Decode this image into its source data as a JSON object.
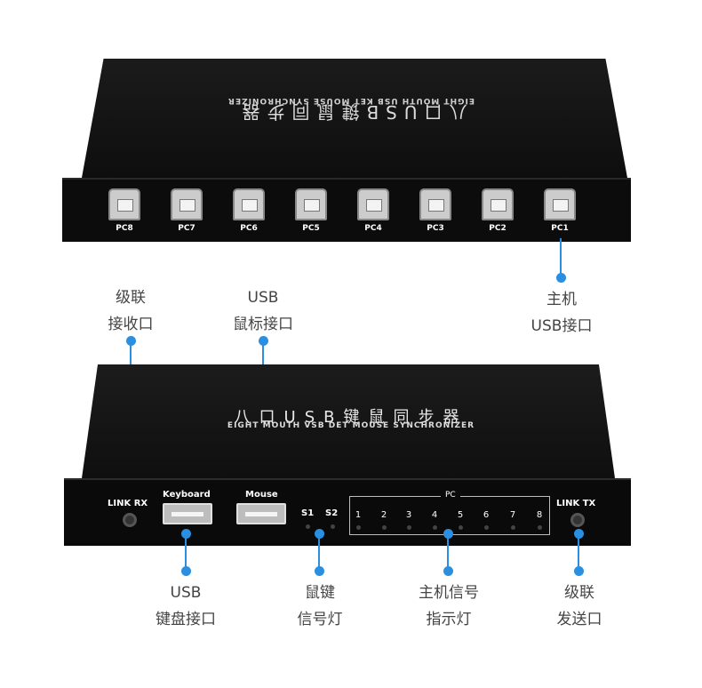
{
  "top_device": {
    "title": "八口USB键鼠同步器",
    "subtitle": "EIGHT MOUTH USB KET MOUSE SYNCHRONIZER",
    "ports": [
      "PC8",
      "PC7",
      "PC6",
      "PC5",
      "PC4",
      "PC3",
      "PC2",
      "PC1"
    ]
  },
  "bottom_device": {
    "title": "八口USB键鼠同步器",
    "subtitle": "EIGHT MOUTH VSB DET MOUSE SYNCHRONIZER",
    "link_rx": "LINK RX",
    "keyboard": "Keyboard",
    "mouse": "Mouse",
    "s1": "S1",
    "s2": "S2",
    "pc_label": "PC",
    "pc_numbers": [
      "1",
      "2",
      "3",
      "4",
      "5",
      "6",
      "7",
      "8"
    ],
    "link_tx": "LINK TX"
  },
  "callouts": {
    "host_usb": {
      "line1": "主机",
      "line2": "USB接口"
    },
    "cascade_rx": {
      "line1": "级联",
      "line2": "接收口"
    },
    "mouse_usb": {
      "line1": "USB",
      "line2": "鼠标接口"
    },
    "keyboard_usb": {
      "line1": "USB",
      "line2": "键盘接口"
    },
    "mk_led": {
      "line1": "鼠键",
      "line2": "信号灯"
    },
    "host_led": {
      "line1": "主机信号",
      "line2": "指示灯"
    },
    "cascade_tx": {
      "line1": "级联",
      "line2": "发送口"
    }
  },
  "colors": {
    "callout": "#2a8fe0",
    "device": "#0f0f0f"
  }
}
